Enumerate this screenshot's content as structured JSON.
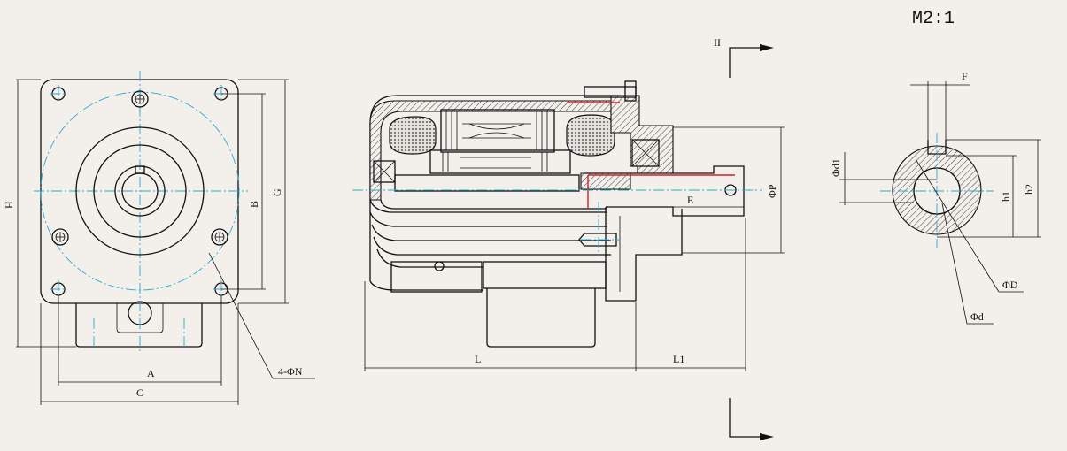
{
  "scale": "M2:1",
  "section_mark": "II",
  "front_view": {
    "labels": {
      "H": "H",
      "B": "B",
      "G": "G",
      "A": "A",
      "C": "C",
      "holes": "4-ΦN"
    }
  },
  "side_view": {
    "labels": {
      "L": "L",
      "L1": "L1",
      "E": "E",
      "P": "ΦP"
    }
  },
  "shaft_section": {
    "labels": {
      "F": "F",
      "d1": "Φd1",
      "h1": "h1",
      "h2": "h2",
      "D": "ΦD",
      "d": "Φd"
    }
  }
}
